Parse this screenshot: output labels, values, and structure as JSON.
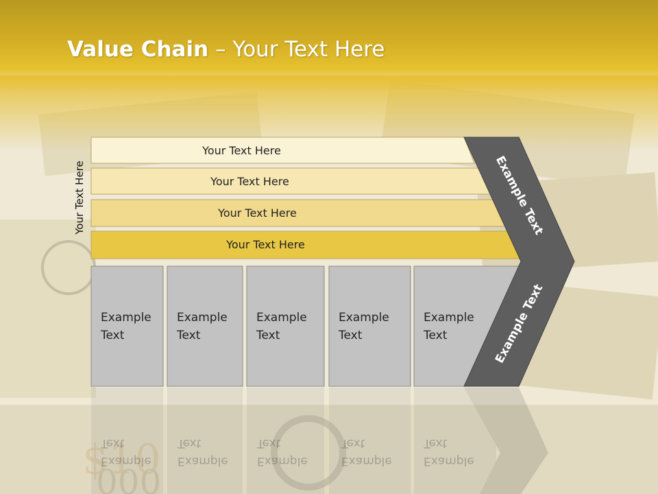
{
  "title": {
    "bold": "Value Chain",
    "rest": " – Your Text Here"
  },
  "vertical_label": "Your Text Here",
  "bars": [
    "Your Text Here",
    "Your Text Here",
    "Your Text Here",
    "Your Text Here"
  ],
  "cells": [
    "Example\nText",
    "Example\nText",
    "Example\nText",
    "Example\nText",
    "Example\nText"
  ],
  "chevron": {
    "top": "Example Text",
    "bottom": "Example Text"
  },
  "colors": {
    "header": "#d4ae24",
    "bar1": "#fbf3d6",
    "bar2": "#f6e7b3",
    "bar3": "#f1d98d",
    "bar4": "#e8c744",
    "cell": "#c2c2c2",
    "chevron": "#5e5e5e"
  }
}
